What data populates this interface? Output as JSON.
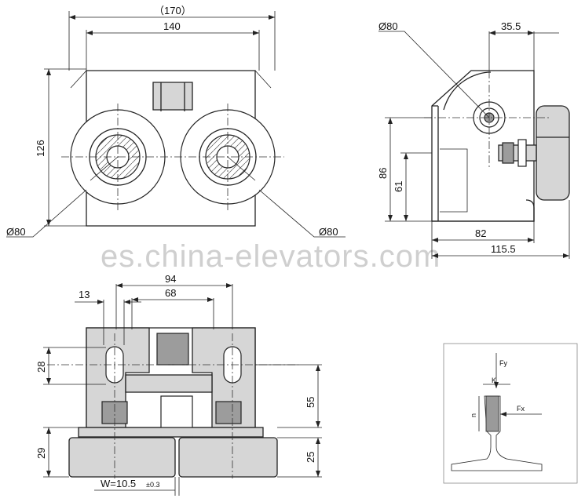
{
  "watermark": "es.china-elevators.com",
  "front_view": {
    "width_outer": "（170）",
    "width_inner": "140",
    "height": "126",
    "dia_left": "Ø80",
    "dia_right": "Ø80"
  },
  "side_view": {
    "dia": "Ø80",
    "offset": "35.5",
    "height_total": "86",
    "height_lower": "61",
    "depth": "82",
    "depth_total": "115.5"
  },
  "top_view": {
    "width_total": "94",
    "slot_width": "13",
    "slot_spacing": "68",
    "slot_height": "28",
    "body_height": "55",
    "roller_height": "29",
    "roller_right": "25",
    "gap_label": "W=10.5",
    "gap_tol": "±0.3"
  },
  "rail_diagram": {
    "force_y": "Fy",
    "force_x": "Fx",
    "point_k": "K",
    "height_n": "n"
  }
}
